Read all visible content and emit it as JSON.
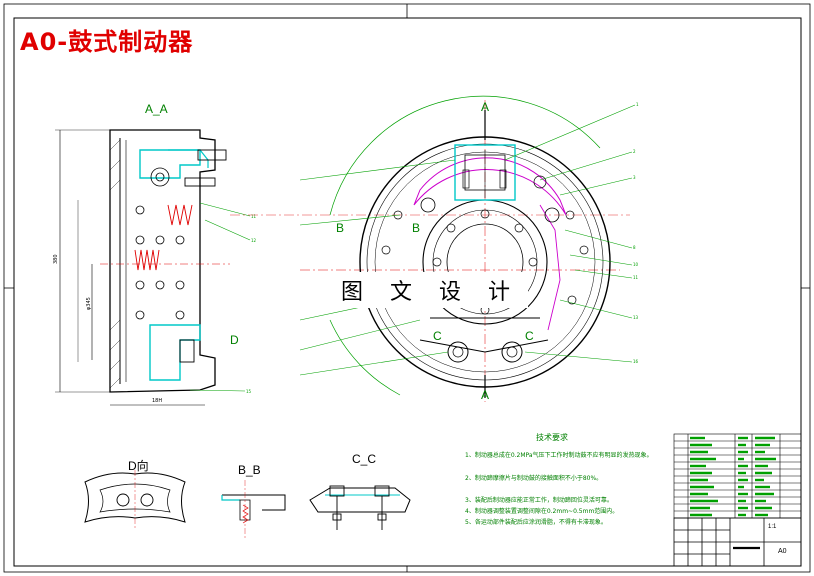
{
  "title": "A0-鼓式制动器",
  "watermark": "图 文 设 计",
  "section_labels": {
    "aa": "A_A",
    "a_top": "A",
    "a_bottom": "A",
    "b_left": "B",
    "b_right": "B",
    "c_left": "C",
    "c_right": "C",
    "d": "D",
    "d_view": "D向",
    "bb": "B_B",
    "cc": "C_C"
  },
  "tech_requirements_title": "技术要求",
  "tech_requirements": [
    "1、制动器总成在0.2MPa气压下工作时制动鼓不应有明显的发热现象。",
    "2、制动蹄摩擦片与制动鼓的接触面积不小于80%。",
    "3、装配后制动器应能正常工作，制动蹄回位灵活可靠。",
    "4、制动器调整装置调整间隙在0.2mm~0.5mm范围内。",
    "5、各运动部件装配后应涂润滑脂，不得有卡滞现象。"
  ],
  "title_block": {
    "scale": "1:1",
    "sheet": "A0"
  },
  "colors": {
    "outline": "#000000",
    "red": "#e00000",
    "green": "#00a000",
    "cyan": "#00c8c8",
    "magenta": "#cc00cc"
  }
}
